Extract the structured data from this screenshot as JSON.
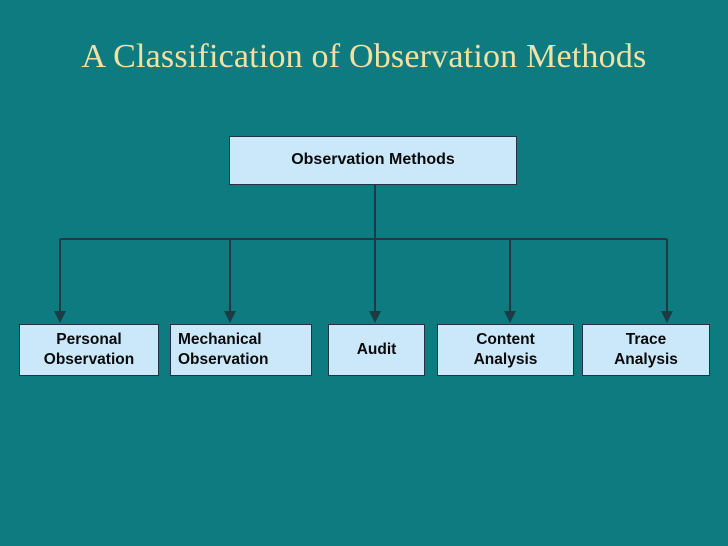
{
  "slide": {
    "title": "A Classification of Observation Methods",
    "background_color": "#0d7b80",
    "title_color": "#f0e2a4",
    "node_fill_color": "#cbe8fa",
    "node_border_color": "#22343c",
    "node_text_color": "#0a0a0a",
    "connector_color": "#1d3b44"
  },
  "diagram": {
    "type": "tree",
    "root": {
      "label": "Observation Methods"
    },
    "children": [
      {
        "label": "Personal\nObservation"
      },
      {
        "label": "Mechanical\nObservation"
      },
      {
        "label": "Audit"
      },
      {
        "label": "Content\nAnalysis"
      },
      {
        "label": "Trace\nAnalysis"
      }
    ]
  }
}
